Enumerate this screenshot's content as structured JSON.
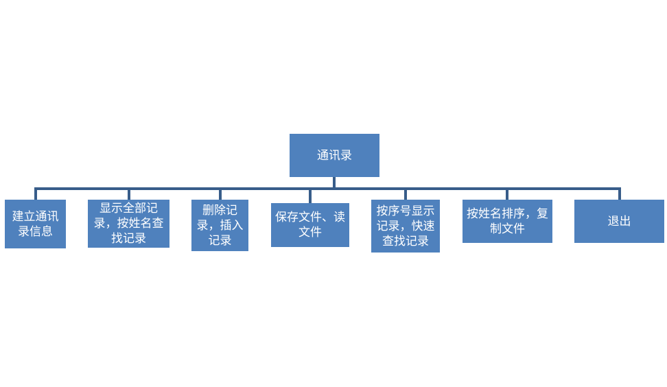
{
  "colors": {
    "node_fill": "#4f81bd",
    "connector": "#385d8a",
    "node_text": "#ffffff",
    "background": "#ffffff"
  },
  "root": {
    "label": "通讯录"
  },
  "children": [
    {
      "label": "建立通讯录信息"
    },
    {
      "label": "显示全部记录，按姓名查找记录"
    },
    {
      "label": "删除记录，插入记录"
    },
    {
      "label": "保存文件、读文件"
    },
    {
      "label": "按序号显示记录，快速查找记录"
    },
    {
      "label": "按姓名排序，复制文件"
    },
    {
      "label": "退出"
    }
  ]
}
